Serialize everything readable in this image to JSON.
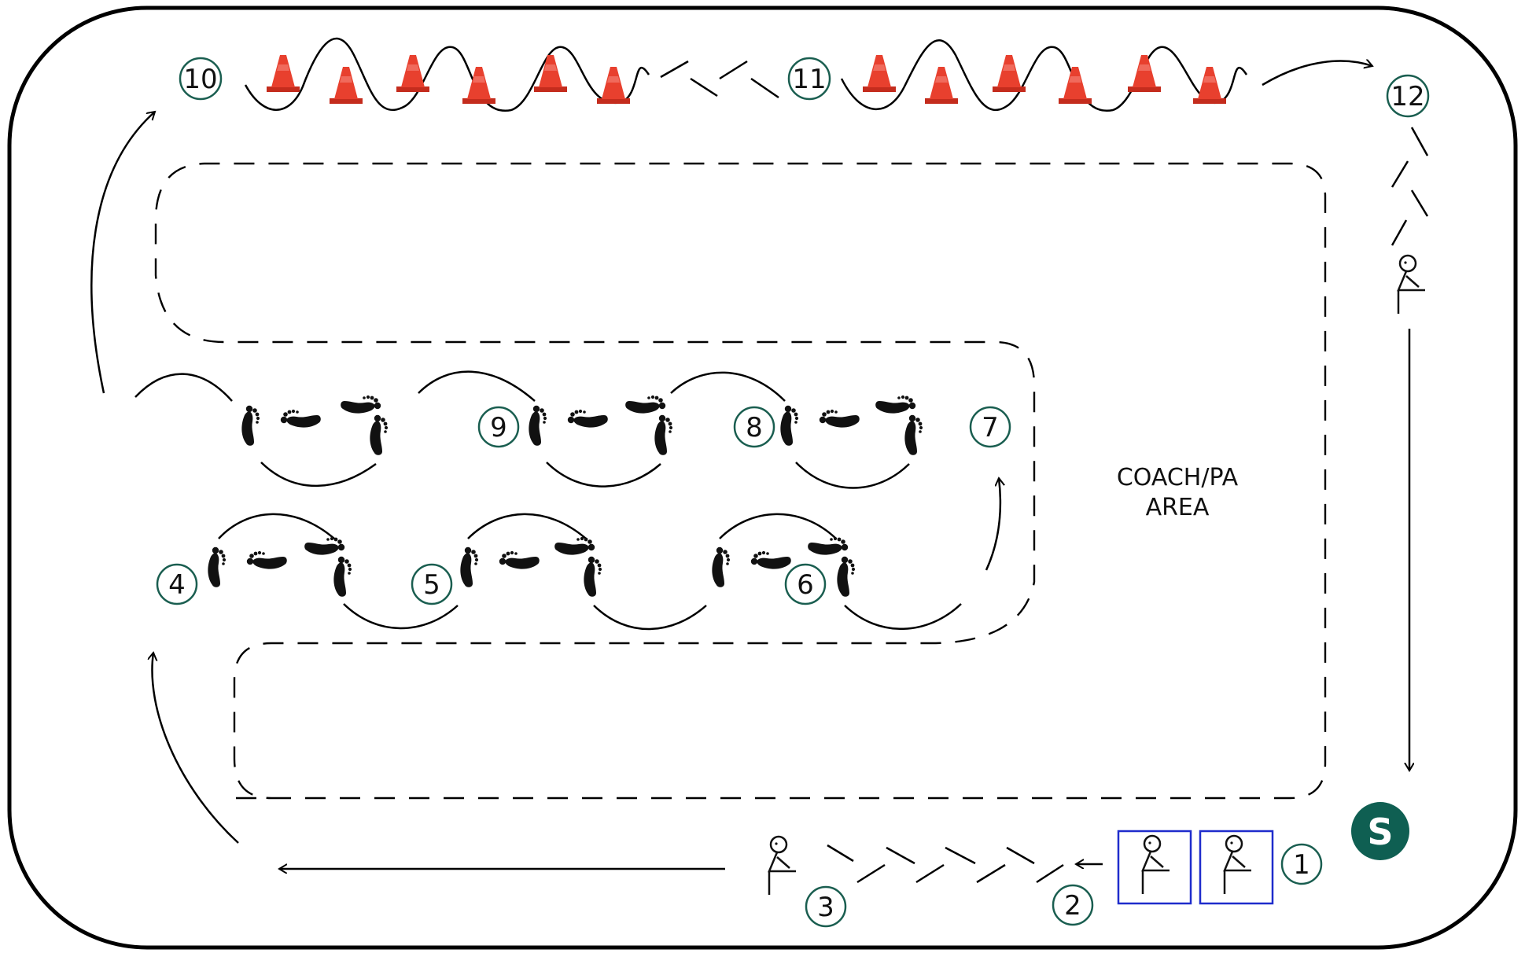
{
  "colors": {
    "outline": "#000000",
    "station_ring": "#1a5e50",
    "start_fill": "#0f5f52",
    "cone": "#e8402e",
    "cone_dark": "#c42c1d",
    "box": "#1f2ccc"
  },
  "stations": {
    "s1": "1",
    "s2": "2",
    "s3": "3",
    "s4": "4",
    "s5": "5",
    "s6": "6",
    "s7": "7",
    "s8": "8",
    "s9": "9",
    "s10": "10",
    "s11": "11",
    "s12": "12"
  },
  "start": {
    "label": "S"
  },
  "coach_area": {
    "line1": "COACH/PA",
    "line2": "AREA"
  },
  "icons": {
    "cone": "traffic-cone-icon",
    "footprints": "footprints-icon",
    "hurdle": "hurdle-icon"
  }
}
